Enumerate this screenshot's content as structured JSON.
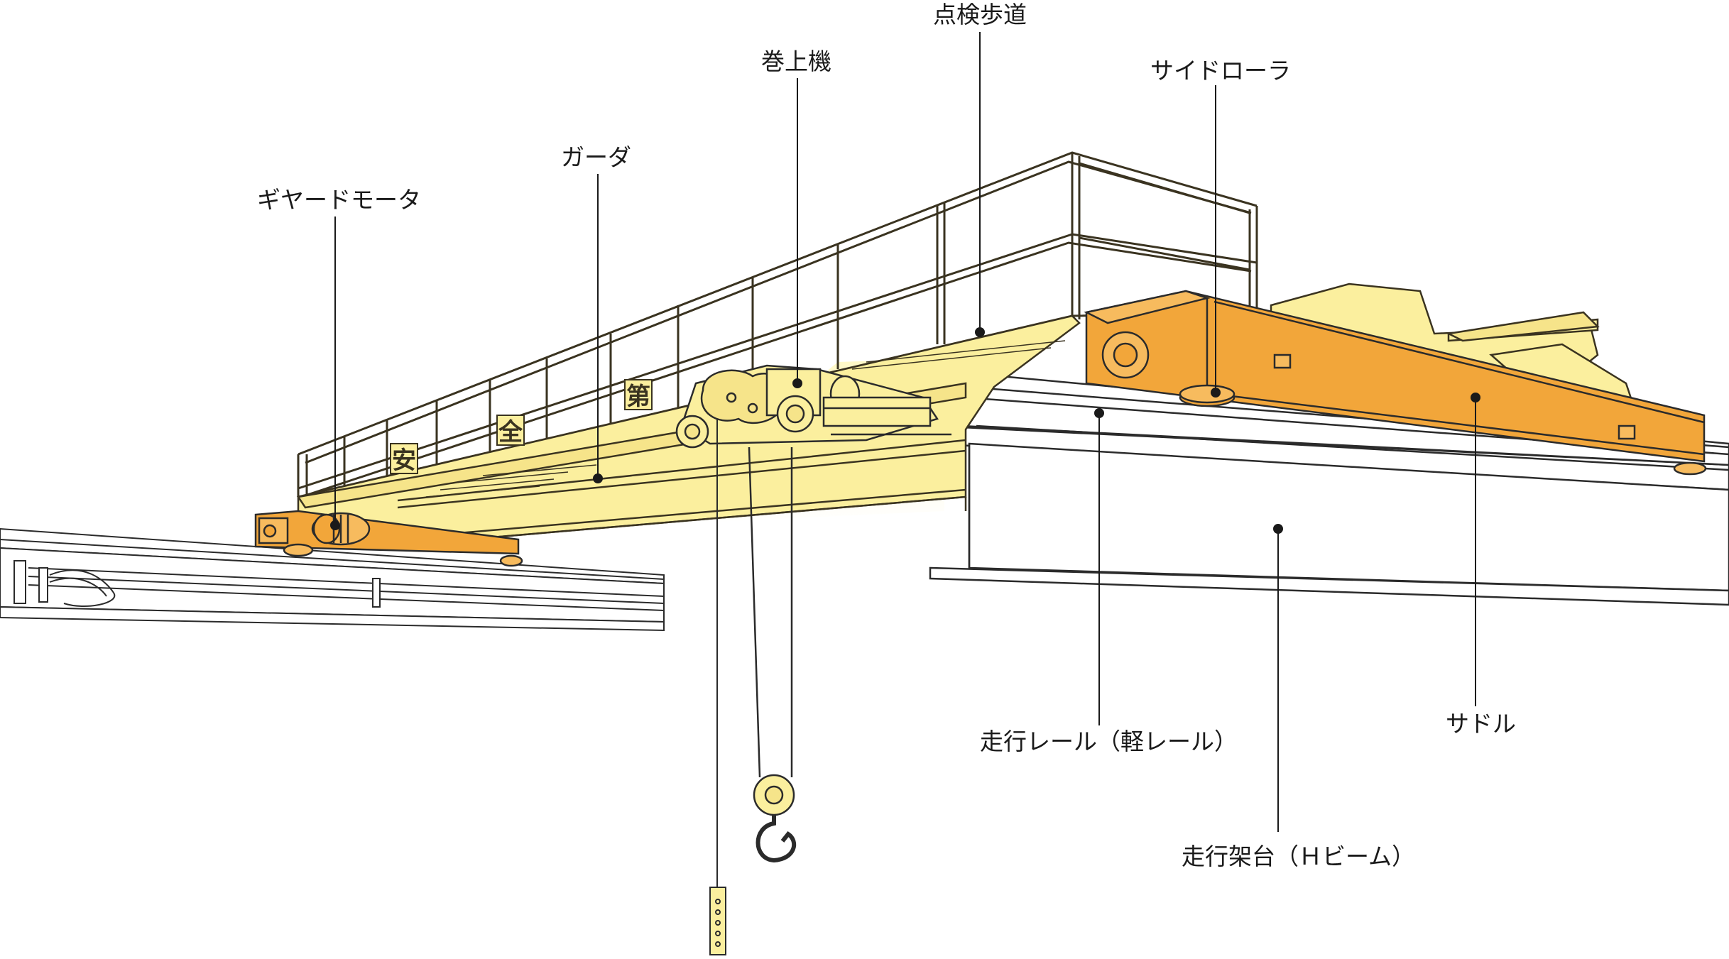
{
  "labels": {
    "walkway": "点検歩道",
    "hoist": "巻上機",
    "side_roller": "サイドローラ",
    "girder": "ガーダ",
    "geared_motor": "ギヤードモータ",
    "rail": "走行レール（軽レール）",
    "saddle": "サドル",
    "runway": "走行架台（Ｈビーム）"
  },
  "safety_chars": [
    "安",
    "全",
    "第"
  ],
  "colors": {
    "girder_fill": "#fbef9e",
    "saddle_fill": "#f2a63a",
    "outline": "#2b2b2b",
    "beam_fill": "#ffffff"
  }
}
